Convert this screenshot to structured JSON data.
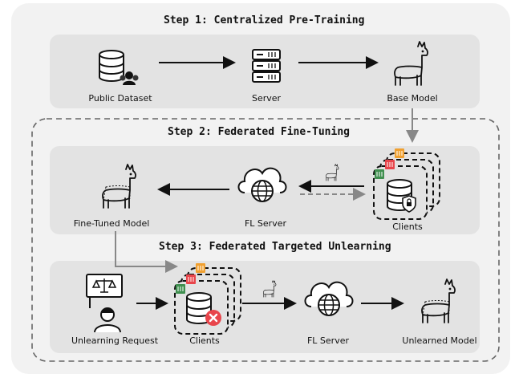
{
  "steps": {
    "step1": {
      "title": "Step 1: Centralized Pre-Training",
      "public_dataset": "Public Dataset",
      "server": "Server",
      "base_model": "Base Model"
    },
    "step2": {
      "title": "Step 2: Federated Fine-Tuning",
      "fine_tuned_model": "Fine-Tuned Model",
      "fl_server": "FL Server",
      "clients": "Clients"
    },
    "step3": {
      "title": "Step 3: Federated Targeted Unlearning",
      "unlearning_request": "Unlearning Request",
      "clients": "Clients",
      "fl_server": "FL Server",
      "unlearned_model": "Unlearned Model"
    }
  },
  "icons": {
    "database": "database-icon",
    "server": "server-rack-icon",
    "llama": "llama-icon",
    "cloud": "cloud-globe-icon",
    "client_stack": "client-stack-icon",
    "shield": "shield-icon",
    "remove": "remove-x-icon",
    "scale": "justice-scale-icon",
    "person": "person-icon"
  },
  "colors": {
    "outer_bg": "#f2f2f2",
    "panel_bg": "#e3e3e3",
    "red_accent": "#e8454b",
    "orange_accent": "#f0a030",
    "green_accent": "#3f8f4f"
  }
}
